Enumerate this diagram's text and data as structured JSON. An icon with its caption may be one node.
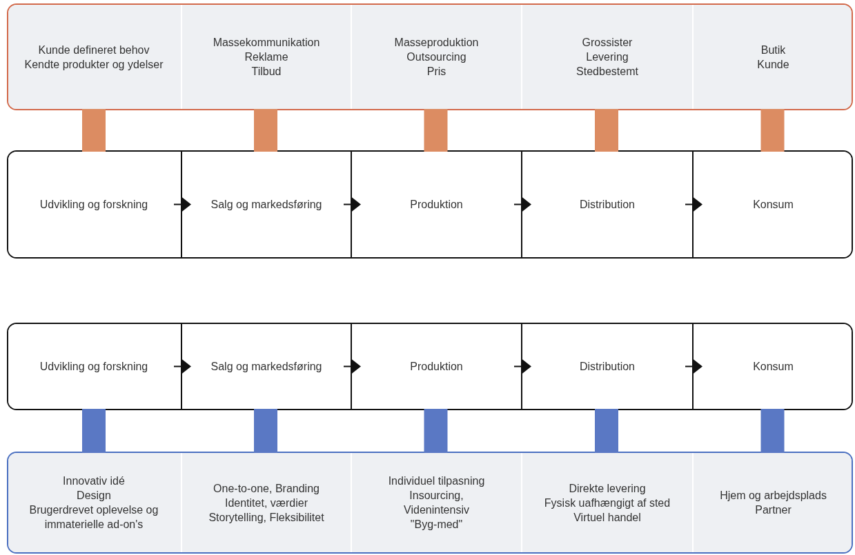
{
  "diagram": {
    "nodes": [
      {
        "text": [],
        "shape": "box"
      },
      {
        "text": [
          "Kunde defineret behov",
          "Kendte produkter og ydelser"
        ],
        "in": 0
      },
      {
        "text": [
          "Massekommunikation",
          "Reklame",
          "Tilbud"
        ],
        "in": 0
      },
      {
        "text": [
          "Masseproduktion",
          "Outsourcing",
          "Pris"
        ],
        "in": 0
      },
      {
        "text": [
          "Grossister",
          "Levering",
          "Stedbestemt"
        ],
        "in": 0
      },
      {
        "text": [
          "Butik",
          "Kunde"
        ],
        "in": 0
      },
      {
        "text": [],
        "shape": "box"
      },
      {
        "text": [
          "Udvikling og forskning"
        ],
        "in": 6
      },
      {
        "text": [
          "Salg og markedsføring"
        ],
        "in": 6
      },
      {
        "text": [
          "Produktion"
        ],
        "in": 6
      },
      {
        "text": [
          "Distribution"
        ],
        "in": 6
      },
      {
        "text": [
          "Konsum"
        ],
        "in": 6
      },
      {
        "text": [],
        "shape": "box"
      },
      {
        "text": [
          "Udvikling og forskning"
        ],
        "in": 12
      },
      {
        "text": [
          "Salg og markedsføring"
        ],
        "in": 12
      },
      {
        "text": [
          "Produktion"
        ],
        "in": 12
      },
      {
        "text": [
          "Distribution"
        ],
        "in": 12
      },
      {
        "text": [
          "Konsum"
        ],
        "in": 12
      },
      {
        "text": [],
        "shape": "box"
      },
      {
        "text": [
          "Innovativ idé",
          "Design",
          "Brugerdrevet oplevelse og immaterielle ad-on's"
        ],
        "in": 18
      },
      {
        "text": [
          "One-to-one, Branding",
          "Identitet, værdier",
          "Storytelling, Fleksibilitet"
        ],
        "in": 18
      },
      {
        "text": [
          "Individuel tilpasning",
          "Insourcing,",
          "Videnintensiv",
          "\"Byg-med\""
        ],
        "in": 18
      },
      {
        "text": [
          "Direkte levering",
          "Fysisk uafhængigt af sted",
          "Virtuel handel"
        ],
        "in": 18
      },
      {
        "text": [
          "Hjem og arbejdsplads",
          "Partner"
        ],
        "in": 18
      }
    ],
    "edges": [
      {
        "from": 1,
        "to": 7,
        "arrow": "none",
        "color": "#dc8c62"
      },
      {
        "from": 2,
        "to": 8,
        "arrow": "none",
        "color": "#dc8c62"
      },
      {
        "from": 3,
        "to": 9,
        "arrow": "none",
        "color": "#dc8c62"
      },
      {
        "from": 4,
        "to": 10,
        "arrow": "none",
        "color": "#dc8c62"
      },
      {
        "from": 5,
        "to": 11,
        "arrow": "none",
        "color": "#dc8c62"
      },
      {
        "from": 7,
        "to": 8,
        "arrow": "to"
      },
      {
        "from": 8,
        "to": 9,
        "arrow": "to"
      },
      {
        "from": 9,
        "to": 10,
        "arrow": "to"
      },
      {
        "from": 10,
        "to": 11,
        "arrow": "to"
      },
      {
        "from": 13,
        "to": 14,
        "arrow": "to"
      },
      {
        "from": 14,
        "to": 15,
        "arrow": "to"
      },
      {
        "from": 15,
        "to": 16,
        "arrow": "to"
      },
      {
        "from": 16,
        "to": 17,
        "arrow": "to"
      },
      {
        "from": 13,
        "to": 19,
        "arrow": "none",
        "color": "#5a78c4"
      },
      {
        "from": 14,
        "to": 20,
        "arrow": "none",
        "color": "#5a78c4"
      },
      {
        "from": 15,
        "to": 21,
        "arrow": "none",
        "color": "#5a78c4"
      },
      {
        "from": 16,
        "to": 22,
        "arrow": "none",
        "color": "#5a78c4"
      },
      {
        "from": 17,
        "to": 23,
        "arrow": "none",
        "color": "#5a78c4"
      }
    ]
  }
}
